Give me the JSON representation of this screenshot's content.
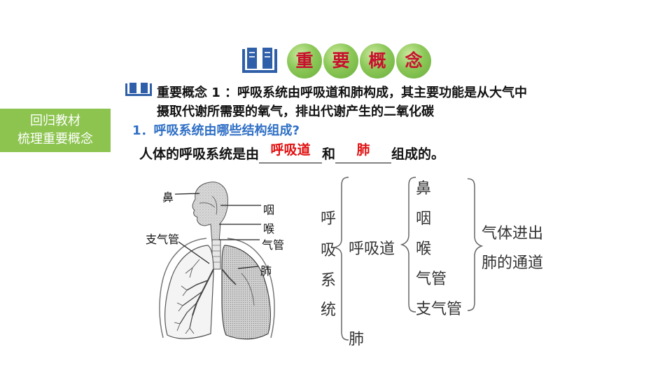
{
  "header": {
    "title_chars": [
      "重",
      "要",
      "概",
      "念"
    ]
  },
  "side_badge": {
    "line1": "回归教材",
    "line2": "梳理重要概念"
  },
  "concept": {
    "line1": "重要概念 1 ：呼吸系统由呼吸道和肺构成，其主要功能是从大气中",
    "line2": "摄取代谢所需要的氧气，排出代谢产生的二氧化碳"
  },
  "question": {
    "text": "1．呼吸系统由哪些结构组成?"
  },
  "fill_in": {
    "prefix": "人体的呼吸系统是由",
    "answer1": "呼吸道",
    "middle": "和",
    "answer2": "肺",
    "suffix": "组成的。"
  },
  "diagram_labels": {
    "nose": "鼻",
    "pharynx": "咽",
    "larynx": "喉",
    "bronchus": "支气管",
    "trachea": "气管",
    "lung": "肺"
  },
  "tree": {
    "root": [
      "呼",
      "吸",
      "系",
      "统"
    ],
    "airway": "呼吸道",
    "lung": "肺",
    "airway_parts": [
      "鼻",
      "咽",
      "喉",
      "气管",
      "支气管"
    ],
    "function_line1": "气体进出",
    "function_line2": "肺的通道"
  },
  "colors": {
    "accent_green": "#8cc44f",
    "title_red": "#c8102e",
    "answer_red": "#e01010",
    "question_blue": "#2f6fc5",
    "icon_blue": "#2f5fa8"
  }
}
